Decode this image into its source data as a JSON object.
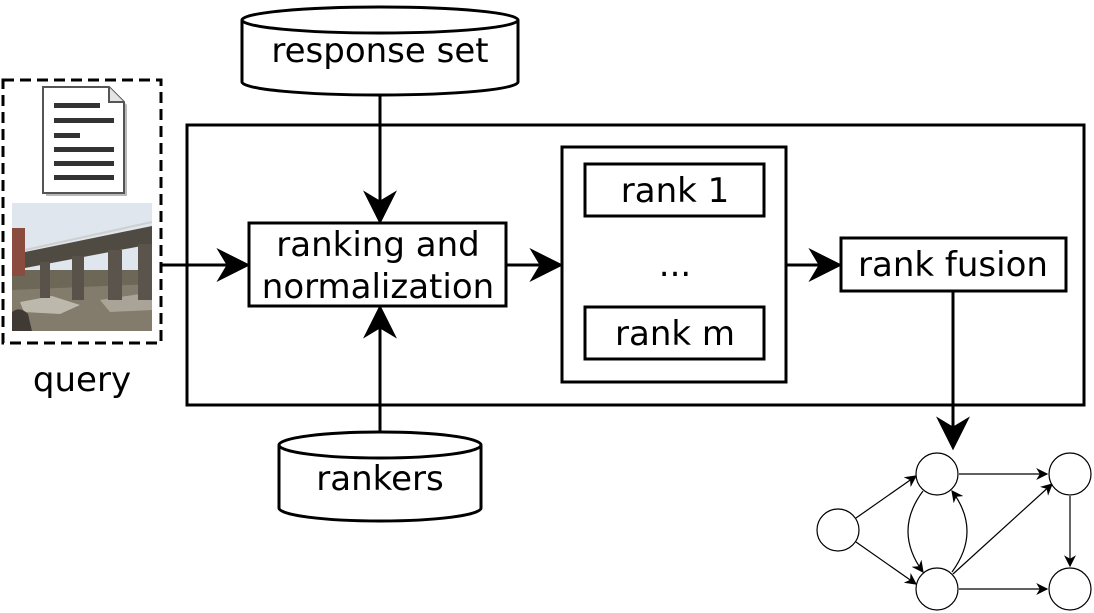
{
  "labels": {
    "response_set": "response set",
    "ranking_line1": "ranking and",
    "ranking_line2": "normalization",
    "rank_first": "rank 1",
    "rank_ellipsis": "...",
    "rank_last": "rank m",
    "rank_fusion": "rank fusion",
    "rankers": "rankers",
    "query": "query"
  }
}
